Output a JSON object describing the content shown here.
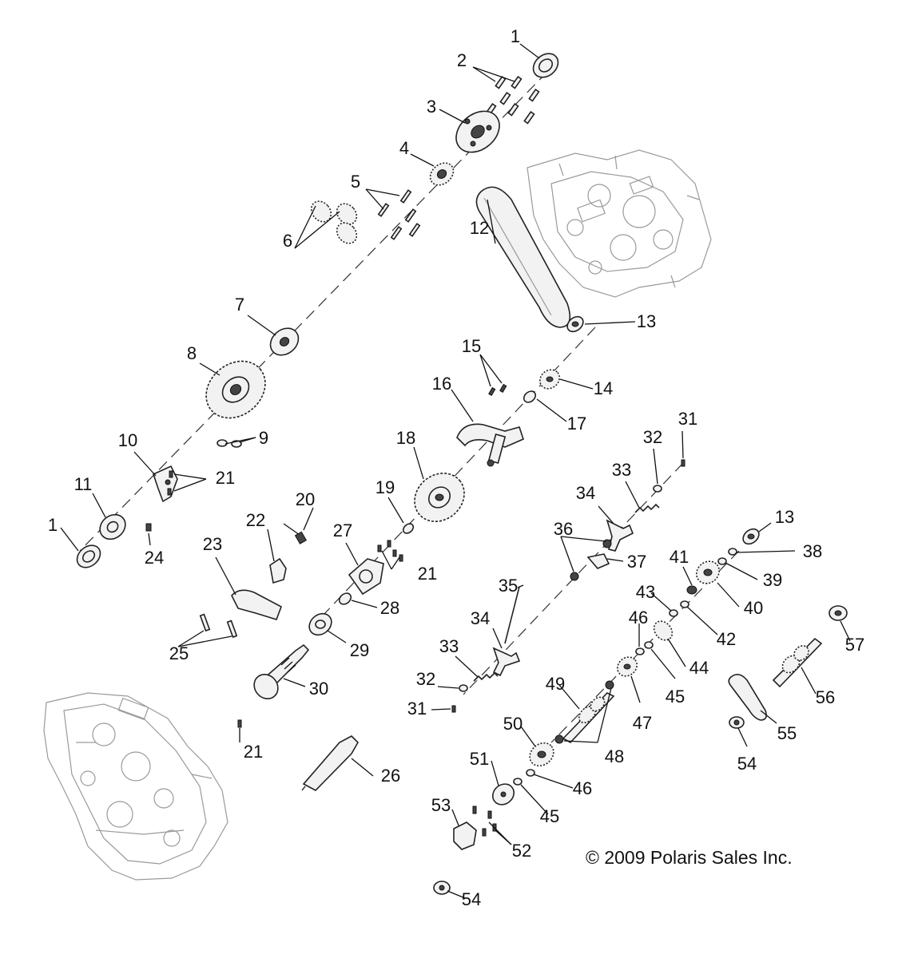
{
  "diagram": {
    "copyright_symbol": "©",
    "copyright_text": "2009 Polaris Sales Inc."
  },
  "callouts": {
    "c1a": "1",
    "c1b": "1",
    "c2": "2",
    "c3": "3",
    "c4": "4",
    "c5": "5",
    "c6": "6",
    "c7": "7",
    "c8": "8",
    "c9": "9",
    "c10": "10",
    "c11": "11",
    "c12": "12",
    "c13a": "13",
    "c13b": "13",
    "c14": "14",
    "c15": "15",
    "c16": "16",
    "c17": "17",
    "c18": "18",
    "c19": "19",
    "c20": "20",
    "c21a": "21",
    "c21b": "21",
    "c21c": "21",
    "c22": "22",
    "c23": "23",
    "c24": "24",
    "c25": "25",
    "c26": "26",
    "c27": "27",
    "c28": "28",
    "c29": "29",
    "c30": "30",
    "c31a": "31",
    "c31b": "31",
    "c32a": "32",
    "c32b": "32",
    "c33a": "33",
    "c33b": "33",
    "c34a": "34",
    "c34b": "34",
    "c35": "35",
    "c36": "36",
    "c37": "37",
    "c38": "38",
    "c39": "39",
    "c40": "40",
    "c41": "41",
    "c42": "42",
    "c43": "43",
    "c44": "44",
    "c45a": "45",
    "c45b": "45",
    "c46a": "46",
    "c46b": "46",
    "c47": "47",
    "c48": "48",
    "c49": "49",
    "c50": "50",
    "c51": "51",
    "c52": "52",
    "c53": "53",
    "c54a": "54",
    "c54b": "54",
    "c55": "55",
    "c56": "56",
    "c57": "57"
  }
}
